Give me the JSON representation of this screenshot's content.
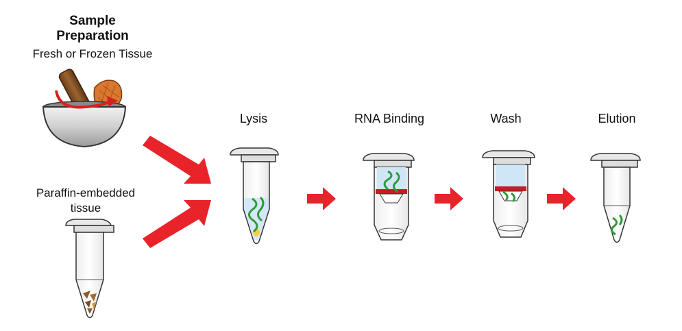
{
  "sample_preparation": {
    "title_line1": "Sample",
    "title_line2": "Preparation",
    "fresh_label": "Fresh or Frozen Tissue",
    "ffpe_label_line1": "Paraffin-embedded",
    "ffpe_label_line2": "tissue"
  },
  "steps": [
    {
      "label": "Lysis"
    },
    {
      "label": "RNA Binding"
    },
    {
      "label": "Wash"
    },
    {
      "label": "Elution"
    }
  ],
  "colors": {
    "arrow": "#e8242a",
    "rna_strand": "#2e9a3a",
    "buffer": "#cfe6f7",
    "membrane_band": "#c41e24",
    "tissue_brown": "#8b5a2b",
    "tissue_orange": "#d9782e",
    "bowl_gray": "#d9d9d9",
    "outline": "#333333"
  },
  "icons": [
    "mortar-and-pestle-icon",
    "tube-icon",
    "spin-column-icon",
    "arrow-icon"
  ]
}
